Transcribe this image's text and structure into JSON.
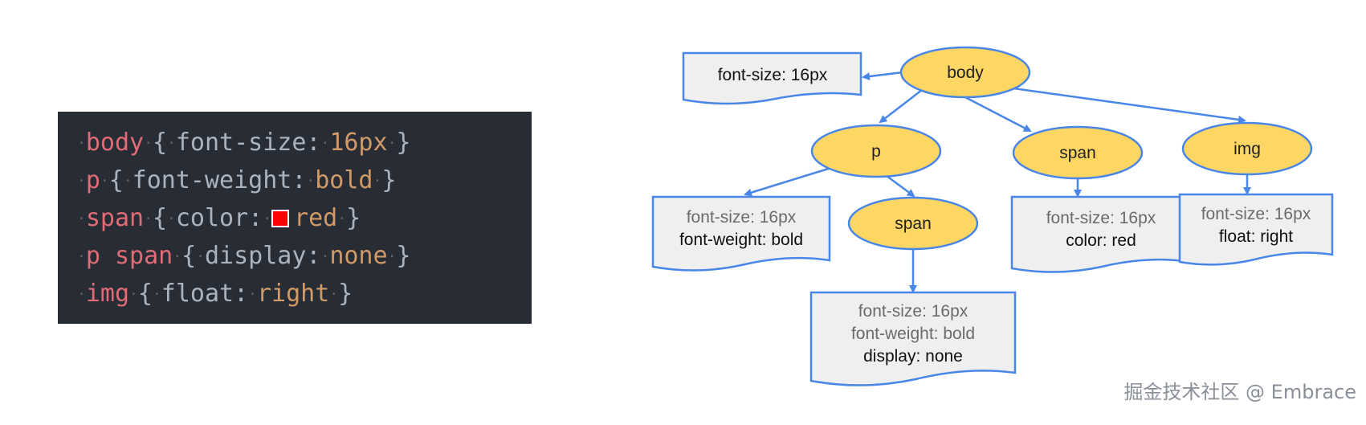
{
  "code": {
    "lines": [
      {
        "selector": "body",
        "property": "font-size",
        "value": "16px"
      },
      {
        "selector": "p",
        "property": "font-weight",
        "value": "bold"
      },
      {
        "selector": "span",
        "property": "color",
        "value": "red",
        "swatch_color": "#ff0000"
      },
      {
        "selector": "p span",
        "property": "display",
        "value": "none"
      },
      {
        "selector": "img",
        "property": "float",
        "value": "right"
      }
    ],
    "colors": {
      "background": "#282c34",
      "selector": "#e06c75",
      "value": "#d19a66",
      "punctuation": "#abb2bf"
    }
  },
  "tree": {
    "colors": {
      "node_fill": "#fdd663",
      "stroke": "#4a86e8",
      "box_fill": "#efefef"
    },
    "nodes": {
      "body": "body",
      "p": "p",
      "span_top": "span",
      "img": "img",
      "span_child": "span"
    },
    "styles": {
      "body_box": [
        "font-size: 16px"
      ],
      "p_box": [
        "font-size: 16px",
        "font-weight: bold"
      ],
      "span_top_box": [
        "font-size: 16px",
        "color: red"
      ],
      "img_box": [
        "font-size: 16px",
        "float: right"
      ],
      "span_child_box": [
        "font-size: 16px",
        "font-weight: bold",
        "display: none"
      ]
    }
  },
  "watermark": "掘金技术社区 @ Embrace"
}
